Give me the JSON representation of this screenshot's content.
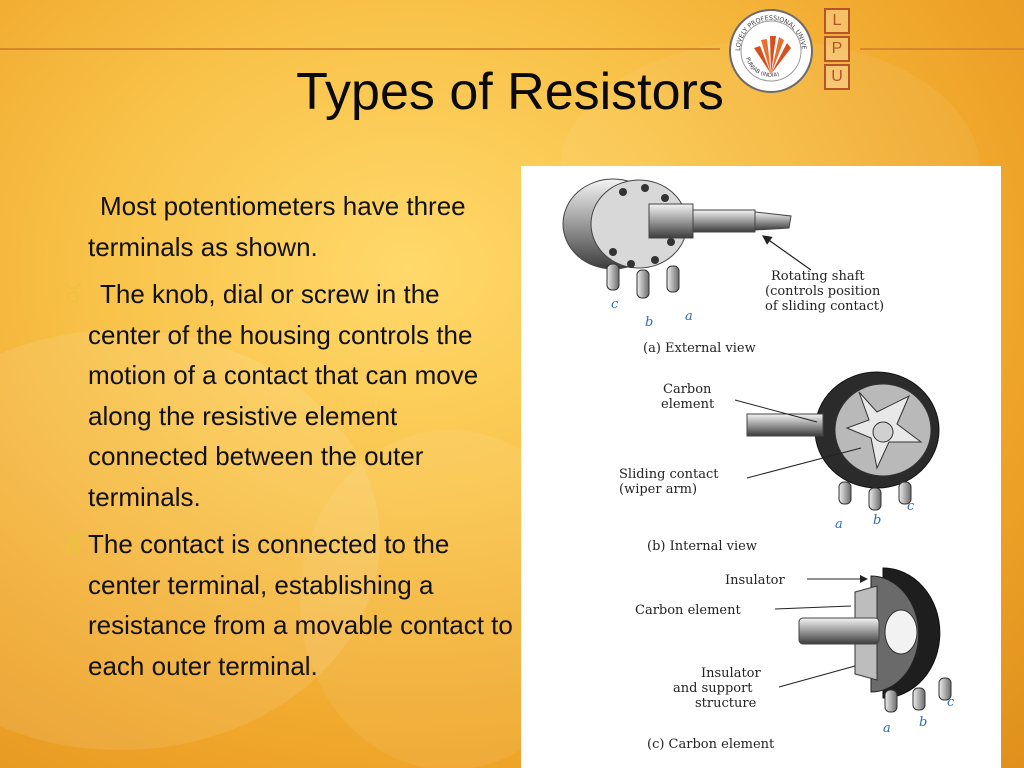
{
  "slide": {
    "title": "Types of Resistors",
    "logo_letters": [
      "L",
      "P",
      "U"
    ],
    "logo_ring_text": "LOVELY PROFESSIONAL UNIVERSITY",
    "logo_ring_bottom": "PUNJAB (INDIA)",
    "paragraphs": [
      "Most potentiometers have three terminals as shown.",
      "The knob, dial or screw in the center of the housing controls the motion of a contact that can move along the resistive element connected between the outer terminals.",
      "The contact is connected to the center terminal, establishing a resistance from a movable contact to each outer terminal."
    ]
  },
  "figure": {
    "external": {
      "shaft_label": [
        "Rotating shaft",
        "(controls position",
        "of sliding contact)"
      ],
      "terminals": [
        "c",
        "b",
        "a"
      ],
      "caption": "(a)  External view"
    },
    "internal": {
      "carbon_label": [
        "Carbon",
        "element"
      ],
      "sliding_label": [
        "Sliding contact",
        "(wiper arm)"
      ],
      "terminals": [
        "a",
        "b",
        "c"
      ],
      "caption": "(b)  Internal view"
    },
    "carbon": {
      "insulator_label": "Insulator",
      "carbon_label": "Carbon element",
      "support_label": [
        "Insulator",
        "and support",
        "structure"
      ],
      "terminals": [
        "a",
        "b",
        "c"
      ],
      "caption": "(c)  Carbon element"
    }
  },
  "colors": {
    "accent_bullet": "#e8c43a",
    "logo_red": "#b5532a",
    "background": "#f9c34a"
  }
}
